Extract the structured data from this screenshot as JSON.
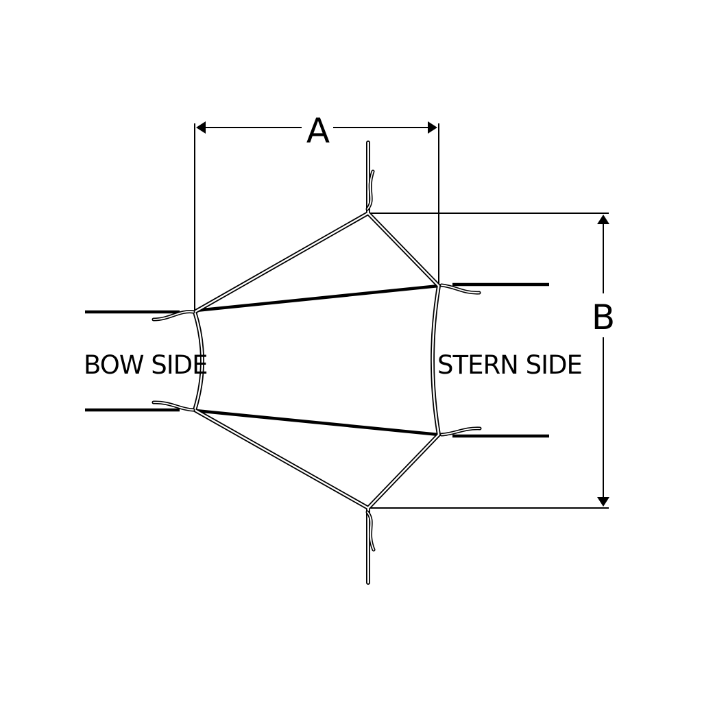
{
  "dimensions": {
    "a_label": "A",
    "b_label": "B"
  },
  "sides": {
    "bow_label": "BOW SIDE",
    "stern_label": "STERN SIDE"
  },
  "colors": {
    "line": "#000000",
    "background": "#ffffff"
  }
}
